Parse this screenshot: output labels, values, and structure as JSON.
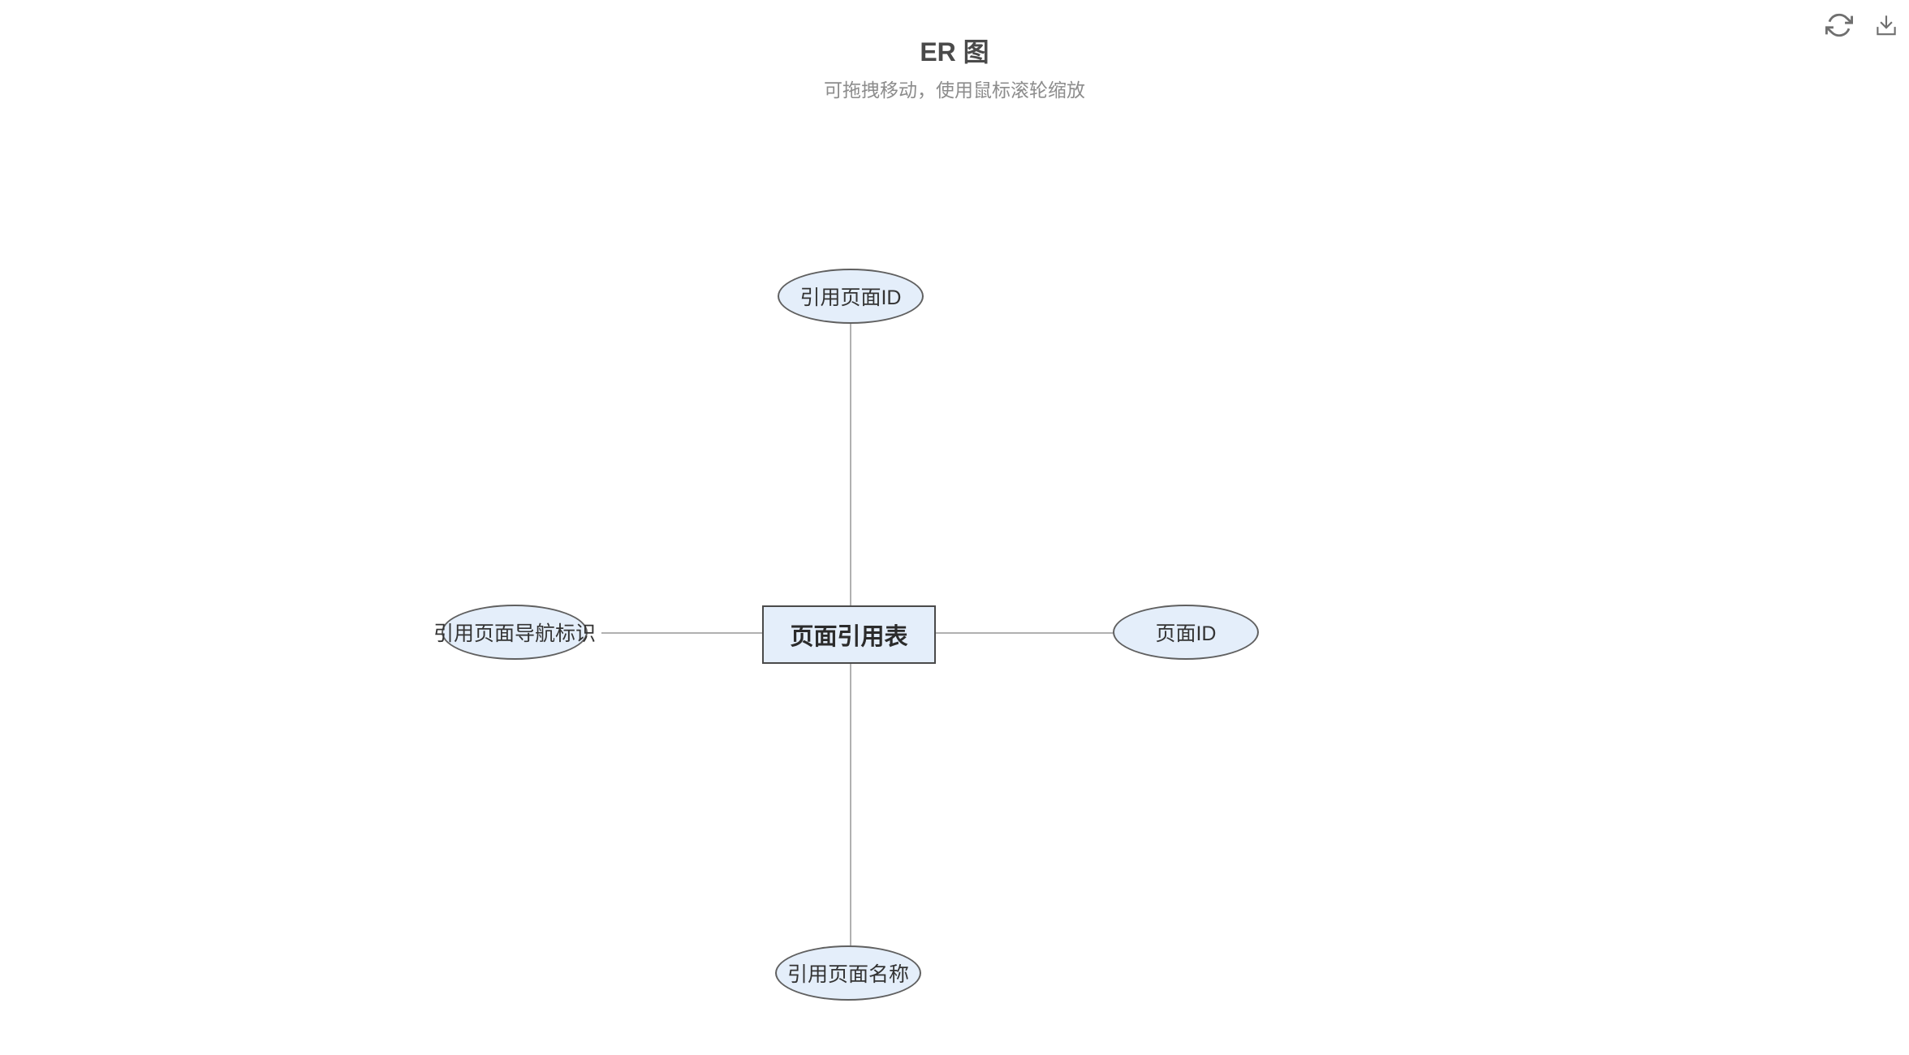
{
  "header": {
    "title": "ER 图",
    "subtitle": "可拖拽移动，使用鼠标滚轮缩放"
  },
  "toolbar": {
    "icons": [
      {
        "name": "refresh-icon",
        "meaning": "refresh diagram",
        "glyph": "circular-arrows"
      },
      {
        "name": "download-icon",
        "meaning": "download diagram",
        "glyph": "arrow-into-tray"
      }
    ]
  },
  "colors": {
    "background": "#ffffff",
    "node_fill": "#e4eefa",
    "entity_border": "#4a4a4a",
    "attribute_border": "#606060",
    "edge": "#b1b1b1",
    "title_text": "#4a4a4a",
    "subtitle_text": "#8c8c8c",
    "label_text": "#333333",
    "icon": "#6f6f6f"
  },
  "diagram": {
    "type": "er-diagram",
    "entity": {
      "label": "页面引用表"
    },
    "attributes": [
      {
        "label": "引用页面ID",
        "position": "top"
      },
      {
        "label": "页面ID",
        "position": "right"
      },
      {
        "label": "引用页面名称",
        "position": "bottom"
      },
      {
        "label": "引用页面导航标识",
        "position": "left"
      }
    ],
    "edges": [
      {
        "from": "页面引用表",
        "to": "引用页面ID"
      },
      {
        "from": "页面引用表",
        "to": "页面ID"
      },
      {
        "from": "页面引用表",
        "to": "引用页面名称"
      },
      {
        "from": "页面引用表",
        "to": "引用页面导航标识"
      }
    ]
  }
}
